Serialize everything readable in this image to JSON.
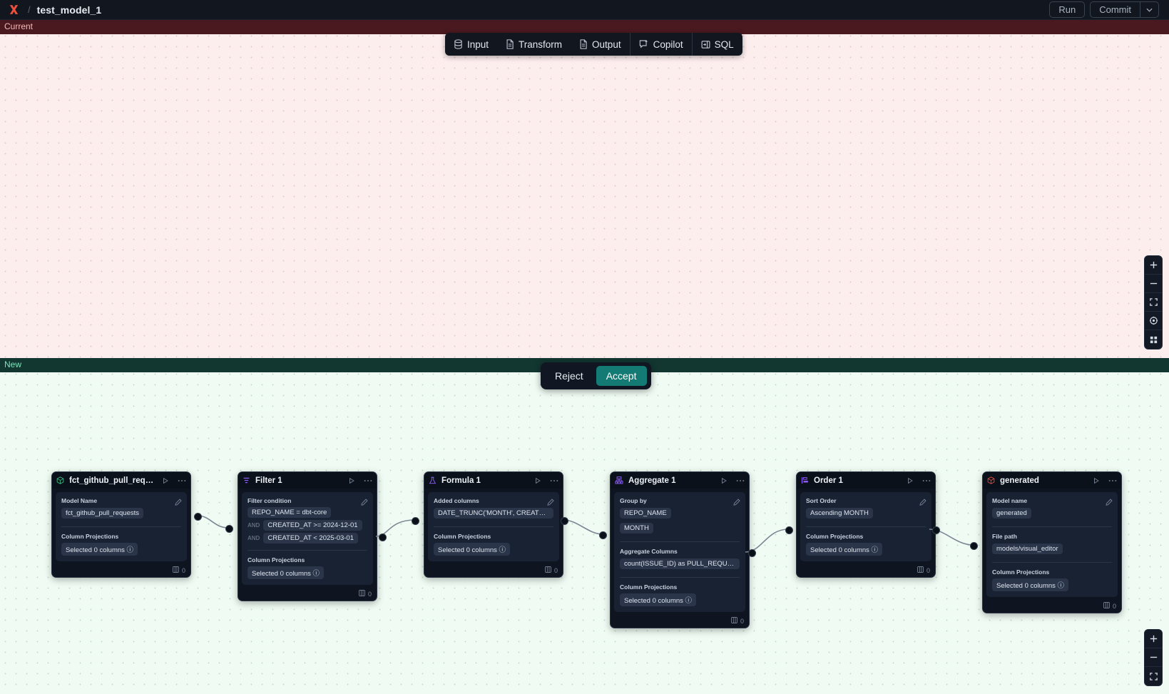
{
  "titlebar": {
    "logo_icon": "x-logo-icon",
    "separator": "/",
    "model_name": "test_model_1",
    "run_label": "Run",
    "commit_label": "Commit",
    "commit_caret_icon": "chevron-down-icon"
  },
  "toolbar": {
    "items": [
      {
        "label": "Input",
        "icon": "database-icon"
      },
      {
        "label": "Transform",
        "icon": "document-icon"
      },
      {
        "label": "Output",
        "icon": "document-icon"
      },
      {
        "label": "Copilot",
        "icon": "copilot-sparkle-icon"
      },
      {
        "label": "SQL",
        "icon": "sql-panel-icon"
      }
    ]
  },
  "panes": {
    "current_label": "Current",
    "new_label": "New"
  },
  "decision": {
    "reject_label": "Reject",
    "accept_label": "Accept"
  },
  "zoom_controls_top": [
    {
      "icon": "plus-icon",
      "label": "+"
    },
    {
      "icon": "minus-icon",
      "label": "−"
    },
    {
      "icon": "fit-view-icon",
      "label": ""
    },
    {
      "icon": "lock-target-icon",
      "label": ""
    },
    {
      "icon": "grid-icon",
      "label": ""
    }
  ],
  "zoom_controls_bottom": [
    {
      "icon": "plus-icon",
      "label": "+"
    },
    {
      "icon": "minus-icon",
      "label": "−"
    },
    {
      "icon": "fit-view-icon",
      "label": ""
    }
  ],
  "colors": {
    "current_pane_bg": "#fdeeee",
    "new_pane_bg": "#effbf3",
    "current_banner": "#49191f",
    "new_banner": "#123630",
    "accept_green": "#137a74",
    "node_bg": "#0e1420",
    "logo_red": "#f0513c"
  },
  "nodes": [
    {
      "id": "source",
      "title": "fct_github_pull_requests",
      "icon": "cube-model-icon",
      "icon_color": "#3fb27f",
      "row_count": "0",
      "sections": [
        {
          "label": "Model Name",
          "chips": [
            "fct_github_pull_requests"
          ],
          "has_edit": true
        },
        {
          "label": "Column Projections",
          "chips": [
            "Selected 0 columns"
          ],
          "info": true
        }
      ]
    },
    {
      "id": "filter",
      "title": "Filter 1",
      "icon": "filter-icon",
      "icon_color": "#8b5cf6",
      "row_count": "0",
      "sections": [
        {
          "label": "Filter condition",
          "has_edit": true,
          "rows": [
            {
              "prefix": "",
              "chip": "REPO_NAME = dbt-core"
            },
            {
              "prefix": "AND",
              "chip": "CREATED_AT >= 2024-12-01"
            },
            {
              "prefix": "AND",
              "chip": "CREATED_AT < 2025-03-01"
            }
          ]
        },
        {
          "label": "Column Projections",
          "chips": [
            "Selected 0 columns"
          ],
          "info": true
        }
      ]
    },
    {
      "id": "formula",
      "title": "Formula 1",
      "icon": "flask-formula-icon",
      "icon_color": "#8b5cf6",
      "row_count": "0",
      "sections": [
        {
          "label": "Added columns",
          "chips": [
            "DATE_TRUNC('MONTH', CREATED_AT..."
          ],
          "has_edit": true
        },
        {
          "label": "Column Projections",
          "chips": [
            "Selected 0 columns"
          ],
          "info": true
        }
      ]
    },
    {
      "id": "aggregate",
      "title": "Aggregate 1",
      "icon": "aggregate-icon",
      "icon_color": "#8b5cf6",
      "row_count": "0",
      "sections": [
        {
          "label": "Group by",
          "chips": [
            "REPO_NAME",
            "MONTH"
          ],
          "has_edit": true,
          "stacked": true
        },
        {
          "label": "Aggregate Columns",
          "chips": [
            "count(ISSUE_ID) as PULL_REQUEST_..."
          ]
        },
        {
          "label": "Column Projections",
          "chips": [
            "Selected 0 columns"
          ],
          "info": true
        }
      ]
    },
    {
      "id": "order",
      "title": "Order 1",
      "icon": "sort-order-icon",
      "icon_color": "#8b5cf6",
      "row_count": "0",
      "sections": [
        {
          "label": "Sort Order",
          "chips": [
            "Ascending MONTH"
          ],
          "has_edit": true
        },
        {
          "label": "Column Projections",
          "chips": [
            "Selected 0 columns"
          ],
          "info": true
        }
      ]
    },
    {
      "id": "generated",
      "title": "generated",
      "icon": "cube-model-icon",
      "icon_color": "#e0493c",
      "row_count": "0",
      "sections": [
        {
          "label": "Model name",
          "chips": [
            "generated"
          ],
          "has_edit": true
        },
        {
          "label": "File path",
          "chips": [
            "models/visual_editor"
          ]
        },
        {
          "label": "Column Projections",
          "chips": [
            "Selected 0 columns"
          ],
          "info": true
        }
      ]
    }
  ]
}
